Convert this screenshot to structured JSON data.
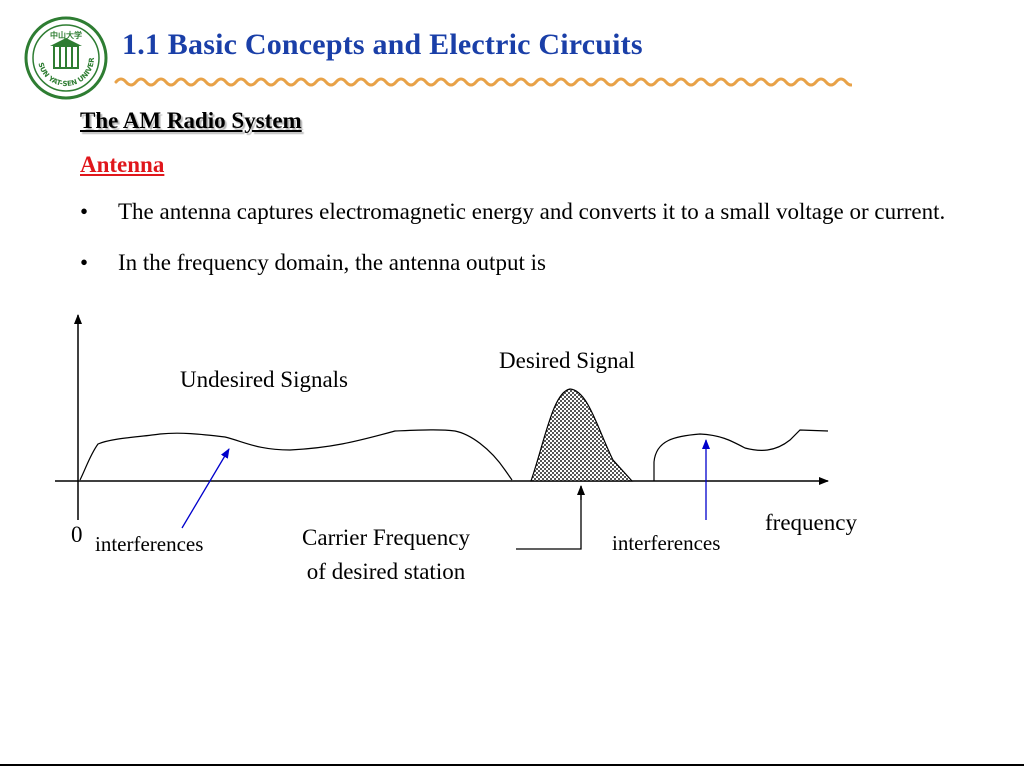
{
  "logo": {
    "seal_text": "中山大学",
    "ring_text": "SUN YAT-SEN UNIVERSITY"
  },
  "header": {
    "title": "1.1 Basic Concepts and Electric Circuits"
  },
  "section": {
    "heading": "The AM Radio System",
    "subheading": "Antenna"
  },
  "bullets": [
    {
      "marker": "•",
      "text": "The antenna captures electromagnetic energy and converts it to a small voltage or current."
    },
    {
      "marker": "•",
      "text": "In the frequency domain, the antenna output is"
    }
  ],
  "diagram": {
    "undesired_label": "Undesired Signals",
    "desired_label": "Desired Signal",
    "origin_label": "0",
    "interference_left_label": "interferences",
    "carrier_line1": "Carrier Frequency",
    "carrier_line2": "of desired station",
    "interference_right_label": "interferences",
    "axis_label": "frequency",
    "desired_fill_color": "#808080",
    "arrow_color": "#0000cc"
  },
  "colors": {
    "title": "#1a3fa8",
    "subheading": "#e0161b",
    "wave": "#e8a248",
    "logo_green": "#2e7d32"
  }
}
